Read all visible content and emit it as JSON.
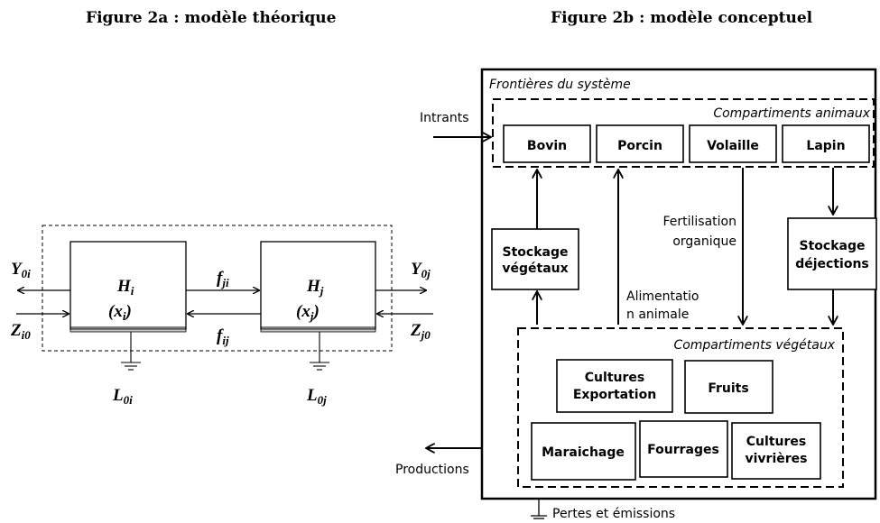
{
  "fig_a": {
    "title": "Figure 2a : modèle théorique",
    "box_i": {
      "h": "H",
      "h_sub": "i",
      "x": "(x",
      "x_sub": "i",
      "x_close": ")"
    },
    "box_j": {
      "h": "H",
      "h_sub": "j",
      "x": "(x",
      "x_sub": "j",
      "x_close": ")"
    },
    "f_ji": {
      "main": "f",
      "sub": "ji"
    },
    "f_ij": {
      "main": "f",
      "sub": "ij"
    },
    "y_0i": {
      "main": "Y",
      "sub": "0i"
    },
    "y_0j": {
      "main": "Y",
      "sub": "0j"
    },
    "z_i0": {
      "main": "Z",
      "sub": "i0"
    },
    "z_j0": {
      "main": "Z",
      "sub": "j0"
    },
    "l_0i": {
      "main": "L",
      "sub": "0i"
    },
    "l_0j": {
      "main": "L",
      "sub": "0j"
    }
  },
  "fig_b": {
    "title": "Figure 2b : modèle conceptuel",
    "system_boundary": "Frontières du système",
    "animal_group": "Compartiments animaux",
    "animals": [
      "Bovin",
      "Porcin",
      "Volaille",
      "Lapin"
    ],
    "intrants": "Intrants",
    "stockage_vegetaux": [
      "Stockage",
      "végétaux"
    ],
    "fertilisation": [
      "Fertilisation",
      "organique"
    ],
    "stockage_dejections": [
      "Stockage",
      "déjections"
    ],
    "alimentation": [
      "Alimentatio",
      "n animale"
    ],
    "vegetal_group": "Compartiments végétaux",
    "cultures_export": [
      "Cultures",
      "Exportation"
    ],
    "fruits": "Fruits",
    "maraichage": "Maraichage",
    "fourrages": "Fourrages",
    "cultures_vivrieres": [
      "Cultures",
      "vivrières"
    ],
    "productions": "Productions",
    "pertes": "Pertes et émissions"
  }
}
